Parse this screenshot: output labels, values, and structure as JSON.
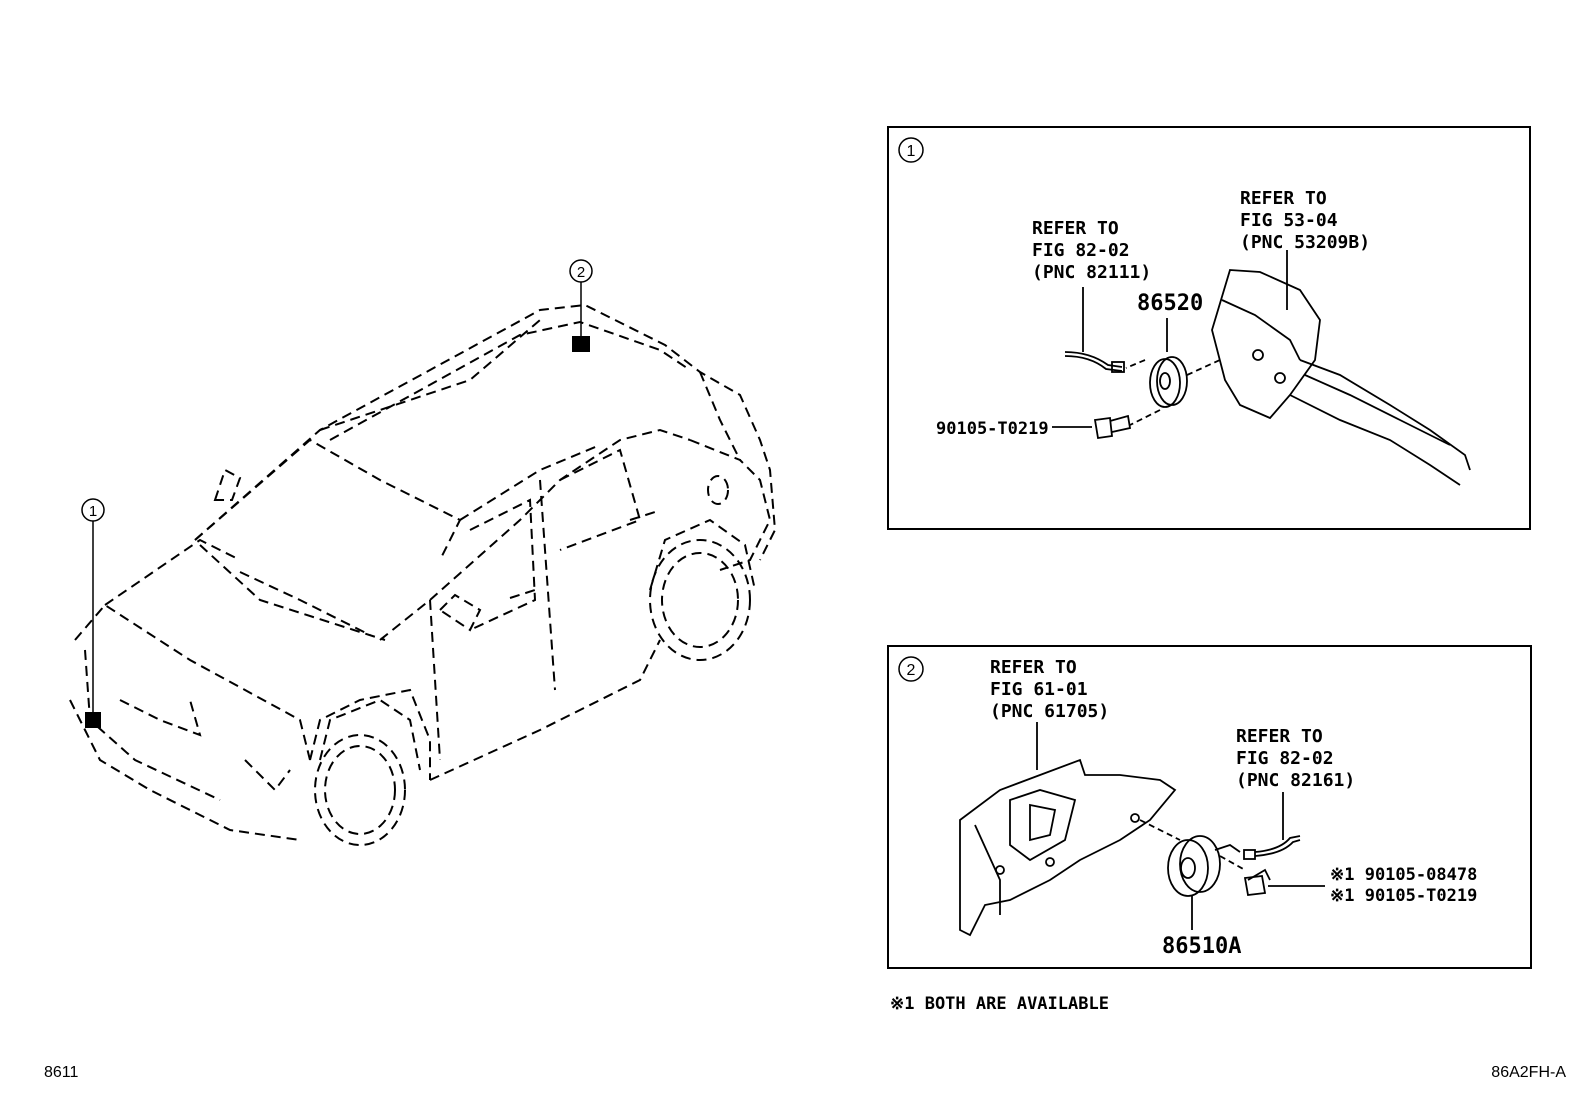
{
  "callouts": {
    "one": "1",
    "two": "2"
  },
  "panel1": {
    "marker": "1",
    "ref_a": [
      "REFER TO",
      "FIG 82-02",
      "(PNC 82111)"
    ],
    "ref_b": [
      "REFER TO",
      "FIG 53-04",
      "(PNC 53209B)"
    ],
    "part_horn": "86520",
    "part_bolt": "90105-T0219"
  },
  "panel2": {
    "marker": "2",
    "ref_a": [
      "REFER TO",
      "FIG 61-01",
      "(PNC 61705)"
    ],
    "ref_b": [
      "REFER TO",
      "FIG 82-02",
      "(PNC 82161)"
    ],
    "part_horn": "86510A",
    "bolt_1": "※1 90105-08478",
    "bolt_2": "※1 90105-T0219"
  },
  "footnote": "※1  BOTH ARE AVAILABLE",
  "page_left": "8611",
  "page_right": "86A2FH-A"
}
